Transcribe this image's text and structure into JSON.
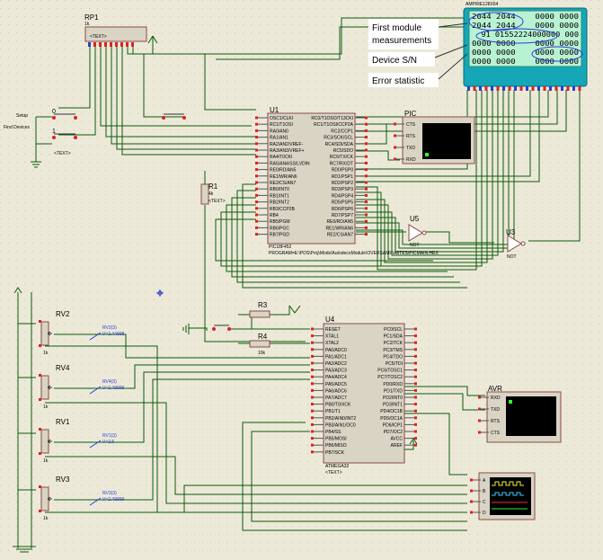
{
  "annotations": {
    "first_module_line1": "First module",
    "first_module_line2": "measurements",
    "device_sn": "Device S/N",
    "error_statistic": "Error statistic"
  },
  "lcd": {
    "title": "AMPIRE128X64",
    "rows": [
      "2044 2044    0000 0000",
      "2044 2044    0000 0000",
      "  91 01552224000000 000",
      "0000 0000    0000 0000",
      "0000 0000    0000 0000",
      "0000 0000    0000 0000"
    ]
  },
  "components": {
    "rp1": {
      "ref": "RP1",
      "value": "1k",
      "text": "<TEXT>"
    },
    "u1": {
      "ref": "U1",
      "part": "PIC18F452",
      "program": "PROGRAM=E:\\PDS\\Proj\\Mods\\AutodecoModule\\OVERSAMP\\A8TES\\PICMAIN.HEX",
      "left_pins": [
        "OSC1/CLKI",
        "RC1/T1OSI",
        "RA0/AN0",
        "RA1/AN1",
        "RA2/AN2/VREF-",
        "RA3/AN3/VREF+",
        "RA4/T0CKI",
        "RA5/AN4/SS/LVDIN",
        "RE0/RD/AN5",
        "RE1/WR/AN6",
        "RE2/CS/AN7",
        "RB0/INT0",
        "RB1/INT1",
        "RB2/INT2",
        "RB3/CCP2B",
        "RB4",
        "RB5/PGM",
        "RB6/PGC",
        "RB7/PGD"
      ],
      "right_pins": [
        "RC0/T1OSO/T13CKI",
        "RC1/T1OSI/CCP2A",
        "RC2/CCP1",
        "RC3/SCK/SCL",
        "RC4/SDI/SDA",
        "RC5/SDO",
        "RC6/TX/CK",
        "RC7/RX/DT",
        "RD0/PSP0",
        "RD1/PSP1",
        "RD2/PSP2",
        "RD3/PSP3",
        "RD4/PSP4",
        "RD5/PSP5",
        "RD6/PSP6",
        "RD7/PSP7",
        "RE0/RD/AN5",
        "RE1/WR/AN6",
        "RE2/CS/AN7"
      ]
    },
    "u4": {
      "ref": "U4",
      "part": "ATMEGA32",
      "left_pins": [
        "RESET",
        "XTAL1",
        "XTAL2",
        "PA0/ADC0",
        "PA1/ADC1",
        "PA2/ADC2",
        "PA3/ADC3",
        "PA4/ADC4",
        "PA5/ADC5",
        "PA6/ADC6",
        "PA7/ADC7",
        "PB0/T0/XCK",
        "PB1/T1",
        "PB2/AIN0/INT2",
        "PB3/AIN1/OC0",
        "PB4/SS",
        "PB5/MOSI",
        "PB6/MISO",
        "PB7/SCK"
      ],
      "right_pins": [
        "PC0/SCL",
        "PC1/SDA",
        "PC2/TCK",
        "PC3/TMS",
        "PC4/TDO",
        "PC5/TDI",
        "PC6/TOSC1",
        "PC7/TOSC2",
        "PD0/RXD",
        "PD1/TXD",
        "PD2/INT0",
        "PD3/INT1",
        "PD4/OC1B",
        "PD5/OC1A",
        "PD6/ICP1",
        "PD7/OC2",
        "AVCC",
        "AREF"
      ]
    },
    "u5": {
      "ref": "U5",
      "part": "NOT"
    },
    "u3": {
      "ref": "U3",
      "part": "NOT"
    },
    "r1": {
      "ref": "R1",
      "value": "4k"
    },
    "r3": {
      "ref": "R3",
      "value": "10k"
    },
    "r4": {
      "ref": "R4",
      "value": "10k"
    },
    "pots": [
      {
        "ref": "RV2",
        "value": "1k",
        "probe1": "RV2(3)",
        "probe2": "V=2.44898"
      },
      {
        "ref": "RV4",
        "value": "1k",
        "probe1": "RV4(3)",
        "probe2": "V=2.49999"
      },
      {
        "ref": "RV1",
        "value": "1k",
        "probe1": "RV1(3)",
        "probe2": "V=2.5"
      },
      {
        "ref": "RV3",
        "value": "1k",
        "probe1": "RV3(3)",
        "probe2": "V=2.49999"
      }
    ],
    "pic_terminal": {
      "title": "PIC",
      "pins": [
        "CTS",
        "RTS",
        "TXD",
        "RXD"
      ]
    },
    "avr_terminal": {
      "title": "AVR",
      "pins": [
        "RXD",
        "TXD",
        "RTS",
        "CTS"
      ]
    },
    "oscilloscope": {
      "channels": [
        "A",
        "B",
        "C",
        "D"
      ]
    },
    "switches": {
      "setup": "Setup",
      "find_devices": "Find Devices",
      "sw0": "0",
      "sw1": "1"
    },
    "text_placeholder": "<TEXT>"
  }
}
